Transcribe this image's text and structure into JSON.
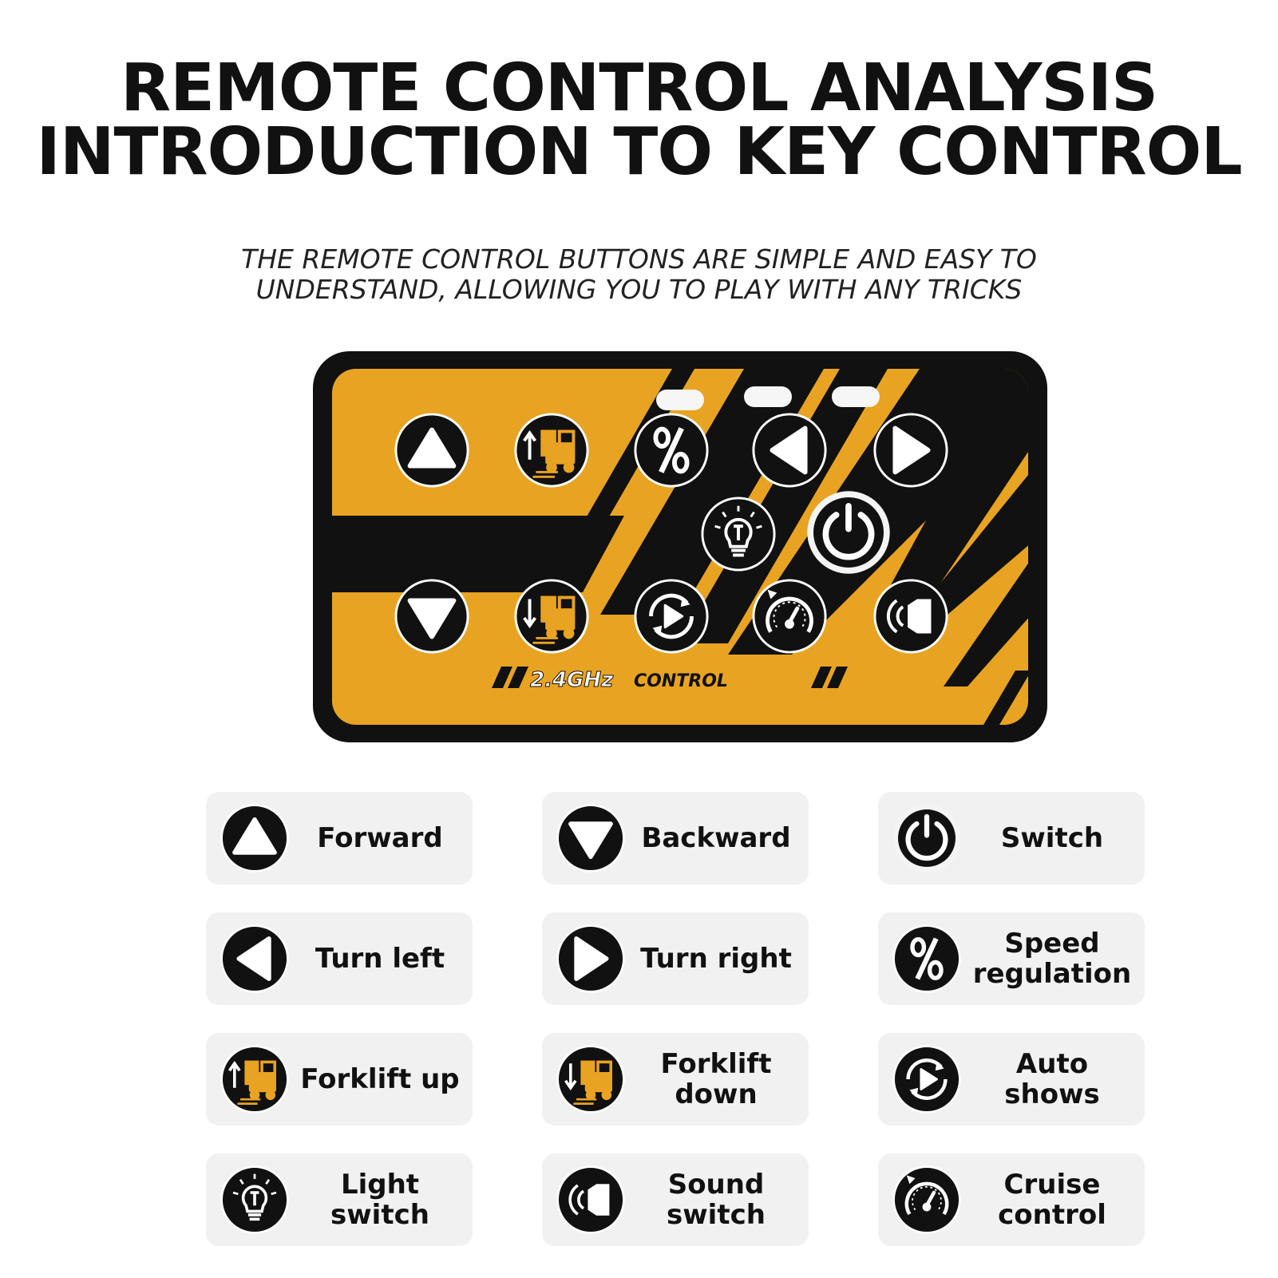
{
  "header": {
    "title_line1": "REMOTE CONTROL ANALYSIS",
    "title_line2": "INTRODUCTION TO KEY CONTROL",
    "subtitle_line1": "THE REMOTE CONTROL BUTTONS ARE SIMPLE AND EASY TO",
    "subtitle_line2": "UNDERSTAND, ALLOWING YOU TO PLAY WITH ANY TRICKS"
  },
  "remote": {
    "badge_freq": "2.4GHz",
    "badge_word": "CONTROL",
    "colors": {
      "body": "#e8a322",
      "frame": "#111111"
    }
  },
  "legend": [
    {
      "icon": "forward-icon",
      "label": "Forward"
    },
    {
      "icon": "backward-icon",
      "label": "Backward"
    },
    {
      "icon": "power-icon",
      "label": "Switch"
    },
    {
      "icon": "turn-left-icon",
      "label": "Turn left"
    },
    {
      "icon": "turn-right-icon",
      "label": "Turn right"
    },
    {
      "icon": "percent-icon",
      "label": "Speed regulation"
    },
    {
      "icon": "forklift-up-icon",
      "label": "Forklift up"
    },
    {
      "icon": "forklift-down-icon",
      "label": "Forklift down"
    },
    {
      "icon": "auto-show-icon",
      "label": "Auto shows"
    },
    {
      "icon": "light-bulb-icon",
      "label": "Light switch"
    },
    {
      "icon": "sound-icon",
      "label": "Sound switch"
    },
    {
      "icon": "speedometer-icon",
      "label": "Cruise control"
    }
  ]
}
